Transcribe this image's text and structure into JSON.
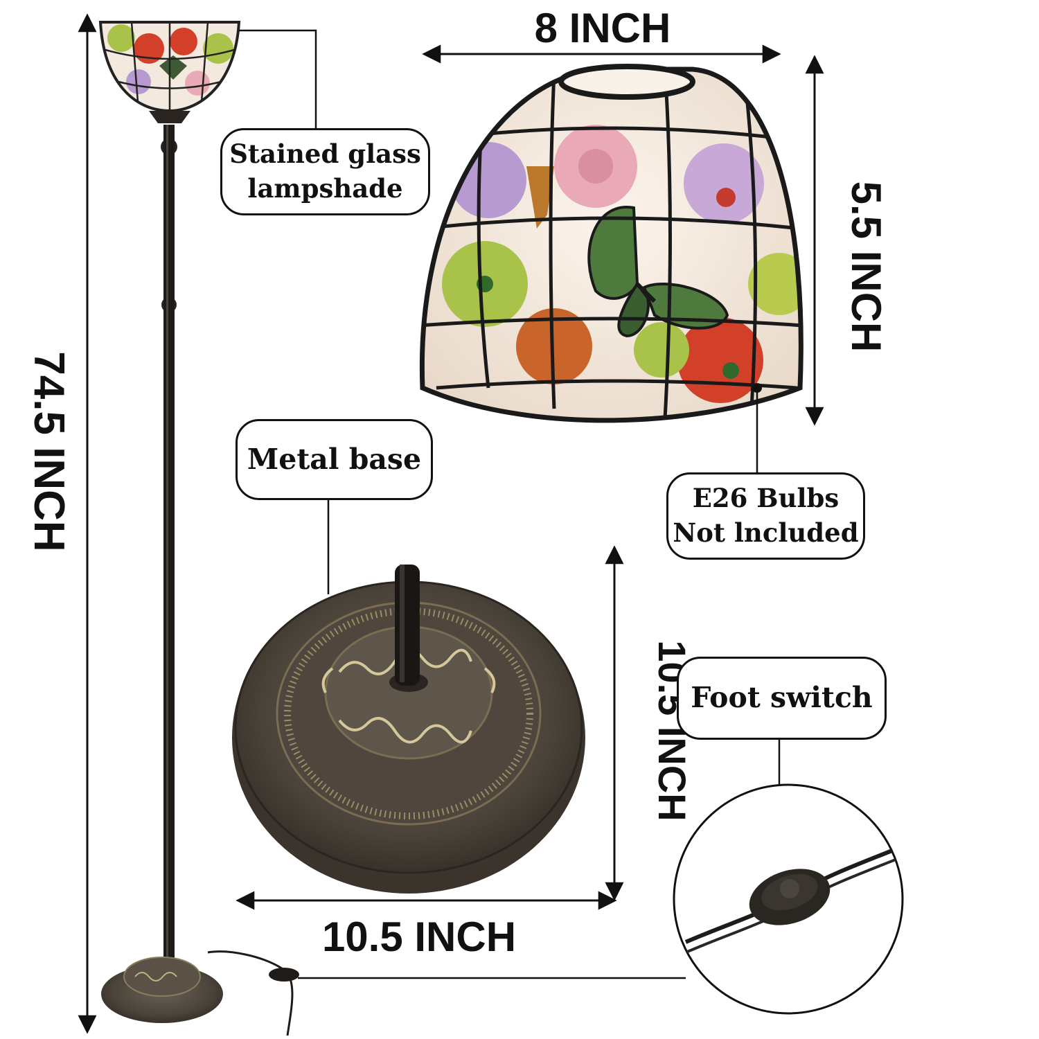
{
  "dimensions": {
    "total_height": "74.5 INCH",
    "shade_width": "8 INCH",
    "shade_height": "5.5 INCH",
    "base_height": "10.5 INCH",
    "base_width": "10.5 INCH"
  },
  "callouts": {
    "shade_line1": "Stained glass",
    "shade_line2": "lampshade",
    "base": "Metal base",
    "bulb_line1": "E26 Bulbs",
    "bulb_line2": "Not lncluded",
    "switch": "Foot switch"
  },
  "colors": {
    "line": "#111111",
    "bronze": "#4a4339",
    "glass_cream": "#f3e9df",
    "glass_pink": "#e9a9b6",
    "glass_purple": "#b79ad0",
    "glass_green": "#a9c24a",
    "glass_red": "#d2402a",
    "glass_orange": "#c9652a"
  }
}
